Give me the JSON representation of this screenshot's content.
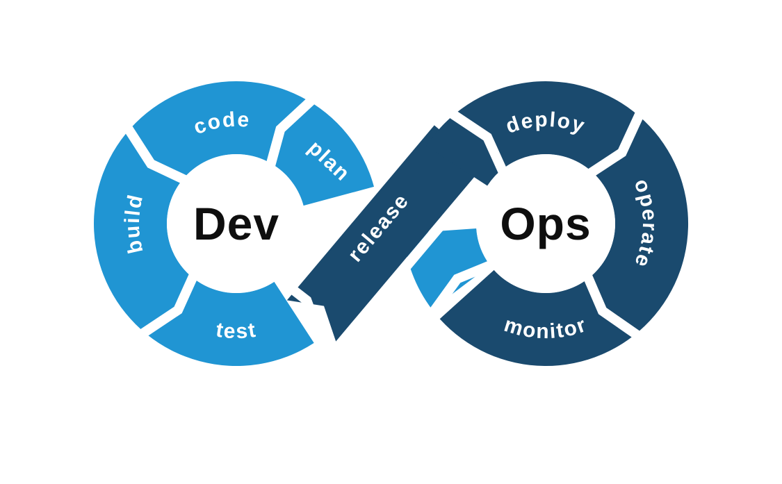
{
  "diagram": {
    "left_loop": {
      "center_label": "Dev",
      "segments": {
        "code": "code",
        "plan": "plan",
        "build": "build",
        "test": "test"
      }
    },
    "right_loop": {
      "center_label": "Ops",
      "segments": {
        "deploy": "deploy",
        "operate": "operate",
        "monitor": "monitor"
      }
    },
    "crossing": {
      "release": "release"
    },
    "colors": {
      "light_blue": "#2095D3",
      "dark_blue": "#1A4A6E",
      "label_text": "#FFFFFF",
      "center_text": "#0E0E0E",
      "background": "#FFFFFF"
    }
  }
}
